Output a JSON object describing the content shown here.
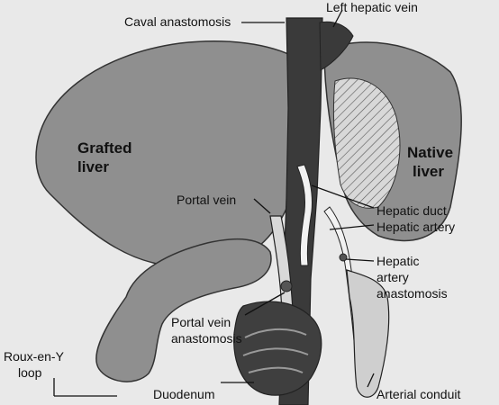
{
  "labels": {
    "caval_anastomosis": "Caval anastomosis",
    "left_hepatic_vein": "Left hepatic vein",
    "grafted_liver": [
      "Grafted",
      "liver"
    ],
    "native_liver": [
      "Native",
      "liver"
    ],
    "portal_vein": "Portal vein",
    "hepatic_duct": "Hepatic duct",
    "hepatic_artery": "Hepatic artery",
    "hepatic_artery_anastomosis": [
      "Hepatic",
      "artery",
      "anastomosis"
    ],
    "portal_vein_anastomosis": [
      "Portal vein",
      "anastomosis"
    ],
    "roux_en_y_loop": [
      "Roux-en-Y",
      "loop"
    ],
    "duodenum": "Duodenum",
    "arterial_conduit": "Arterial conduit"
  },
  "colors": {
    "background": "#e9e9e9",
    "liver_tissue": "#8f8f8f",
    "vein_dark": "#3a3a3a",
    "duct_light": "#f2f2f2",
    "line": "#111111"
  }
}
